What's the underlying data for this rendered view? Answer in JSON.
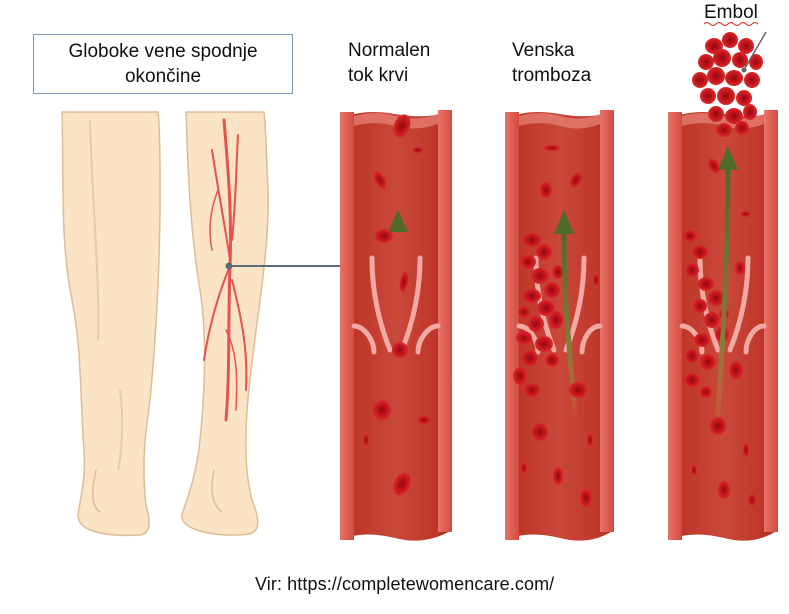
{
  "title_box": {
    "line1": "Globoke vene spodnje",
    "line2": "okončine"
  },
  "labels": {
    "normal_line1": "Normalen",
    "normal_line2": "tok krvi",
    "venous_line1": "Venska",
    "venous_line2": "tromboza",
    "embol": "Embol"
  },
  "source": "Vir: https://completewomencare.com/",
  "colors": {
    "skin": "#fbe3c6",
    "skin_outline": "#ddbd95",
    "vein": "#e4534c",
    "vessel_outer": "#d9534a",
    "vessel_inner": "#b53a2b",
    "valve": "#f3a9a3",
    "blood_cell": "#c5131b",
    "arrow": "#5a6a2e",
    "connector": "#5b6b78"
  },
  "icons": [
    "legs-illustration",
    "vein-icon",
    "blood-vessel-icon",
    "valve-icon",
    "red-blood-cell-icon",
    "flow-arrow-icon",
    "clot-icon",
    "embolus-icon"
  ]
}
